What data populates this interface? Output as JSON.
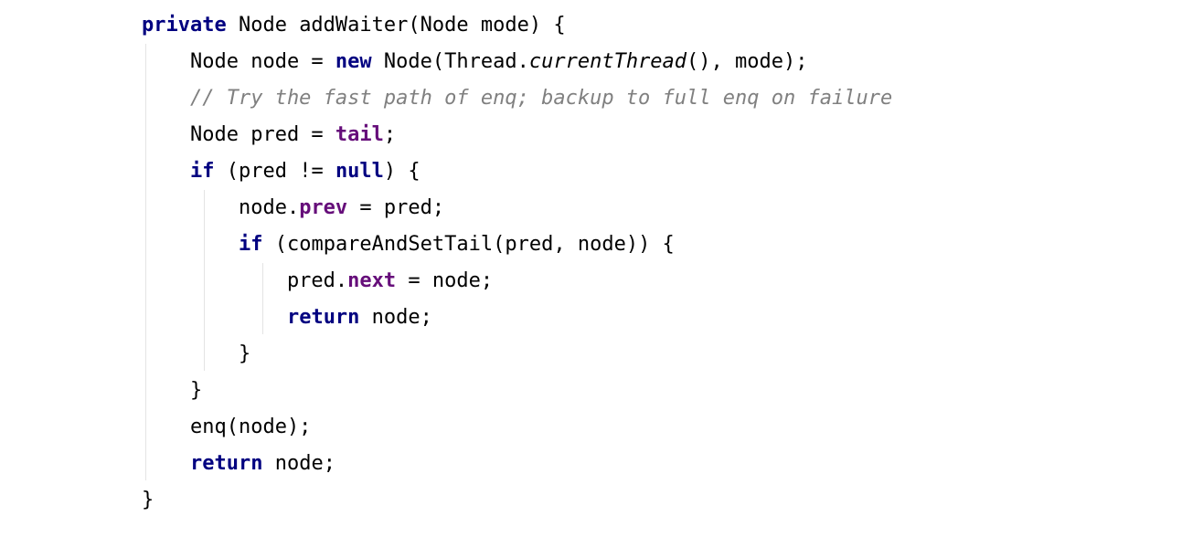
{
  "editor": {
    "lines": [
      [
        {
          "t": "private",
          "c": "kw"
        },
        {
          "t": " Node addWaiter(Node mode) {",
          "c": ""
        }
      ],
      [
        {
          "t": "    Node node = ",
          "c": ""
        },
        {
          "t": "new",
          "c": "kw"
        },
        {
          "t": " Node(Thread.",
          "c": ""
        },
        {
          "t": "currentThread",
          "c": "italic"
        },
        {
          "t": "(), mode);",
          "c": ""
        }
      ],
      [
        {
          "t": "    // Try the fast path of enq; backup to full enq on failure",
          "c": "comment"
        }
      ],
      [
        {
          "t": "    Node pred = ",
          "c": ""
        },
        {
          "t": "tail",
          "c": "field"
        },
        {
          "t": ";",
          "c": ""
        }
      ],
      [
        {
          "t": "    ",
          "c": ""
        },
        {
          "t": "if",
          "c": "kw"
        },
        {
          "t": " (pred != ",
          "c": ""
        },
        {
          "t": "null",
          "c": "kw"
        },
        {
          "t": ") {",
          "c": ""
        }
      ],
      [
        {
          "t": "        node.",
          "c": ""
        },
        {
          "t": "prev",
          "c": "field"
        },
        {
          "t": " = pred;",
          "c": ""
        }
      ],
      [
        {
          "t": "        ",
          "c": ""
        },
        {
          "t": "if",
          "c": "kw"
        },
        {
          "t": " (compareAndSetTail(pred, node)) {",
          "c": ""
        }
      ],
      [
        {
          "t": "            pred.",
          "c": ""
        },
        {
          "t": "next",
          "c": "field"
        },
        {
          "t": " = node;",
          "c": ""
        }
      ],
      [
        {
          "t": "            ",
          "c": ""
        },
        {
          "t": "return",
          "c": "kw"
        },
        {
          "t": " node;",
          "c": ""
        }
      ],
      [
        {
          "t": "        }",
          "c": ""
        }
      ],
      [
        {
          "t": "    }",
          "c": ""
        }
      ],
      [
        {
          "t": "    enq(node);",
          "c": ""
        }
      ],
      [
        {
          "t": "    ",
          "c": ""
        },
        {
          "t": "return",
          "c": "kw"
        },
        {
          "t": " node;",
          "c": ""
        }
      ],
      [
        {
          "t": "}",
          "c": ""
        }
      ]
    ]
  }
}
